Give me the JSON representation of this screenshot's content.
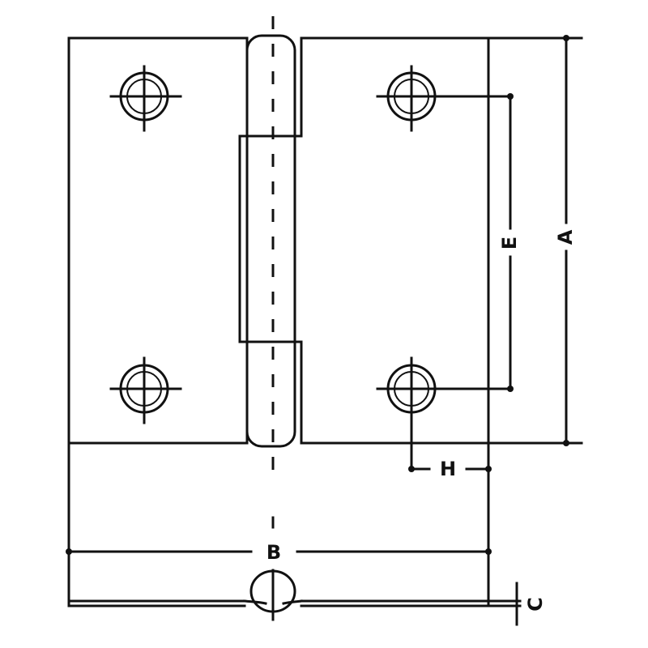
{
  "drawing": {
    "labels": {
      "a": "A",
      "b": "B",
      "c": "C",
      "e": "E",
      "h": "H"
    },
    "line_color": "#111111",
    "background_color": "#ffffff"
  }
}
